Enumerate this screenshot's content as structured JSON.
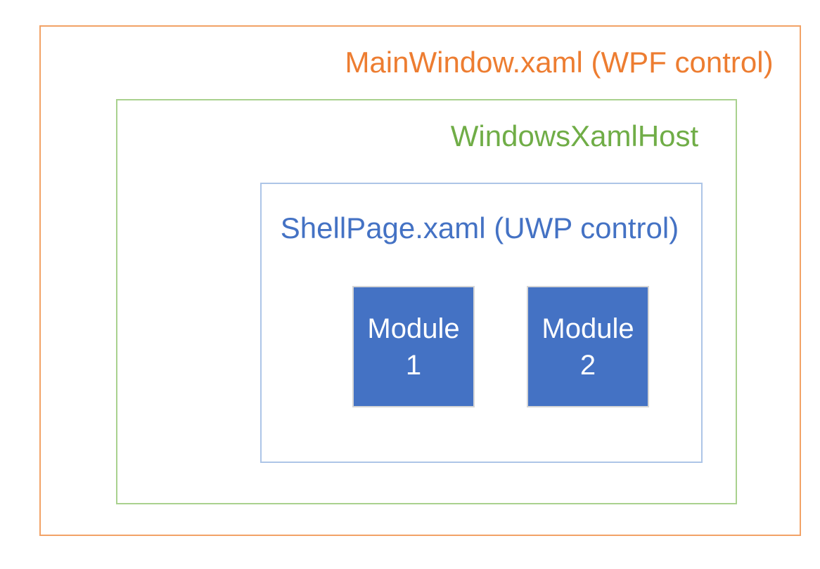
{
  "diagram": {
    "main_window": {
      "label": "MainWindow.xaml (WPF control)",
      "text_color": "#ED7D31",
      "border_color": "#F2A266"
    },
    "xaml_host": {
      "label": "WindowsXamlHost",
      "text_color": "#70AD47",
      "border_color": "#A9D18E"
    },
    "shell_page": {
      "label": "ShellPage.xaml (UWP control)",
      "text_color": "#4472C4",
      "border_color": "#ADC5E7"
    },
    "modules": [
      {
        "name": "Module",
        "number": "1",
        "fill_color": "#4472C4",
        "border_color": "#D6D6D6",
        "text_color": "#FFFFFF"
      },
      {
        "name": "Module",
        "number": "2",
        "fill_color": "#4472C4",
        "border_color": "#D6D6D6",
        "text_color": "#FFFFFF"
      }
    ]
  }
}
